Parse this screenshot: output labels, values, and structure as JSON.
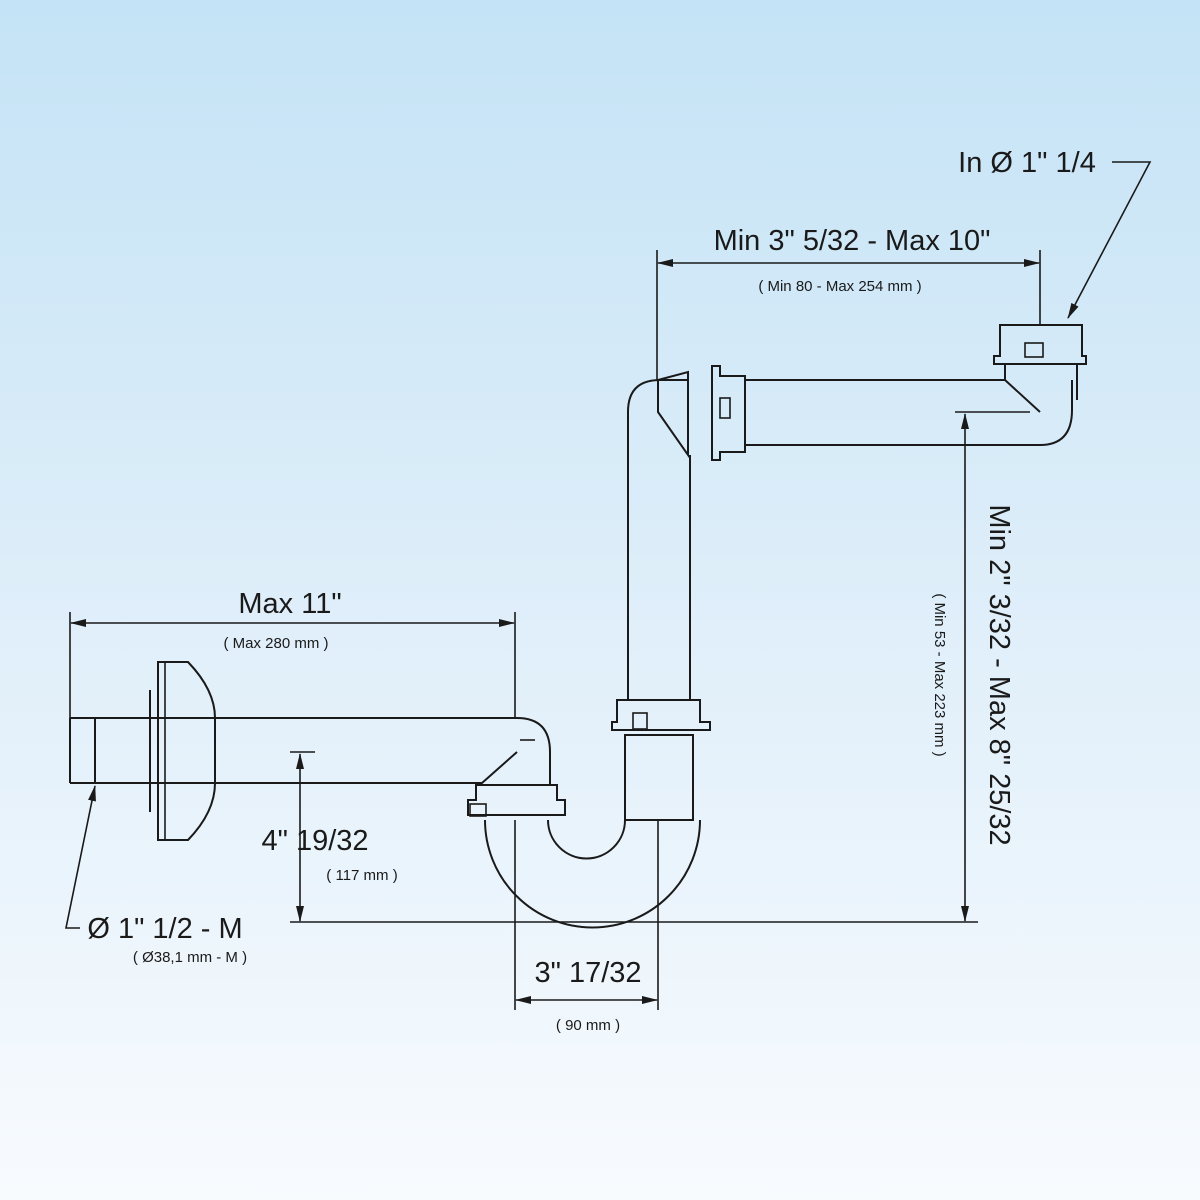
{
  "labels": {
    "inlet": "In Ø 1\" 1/4",
    "top_width": "Min 3\" 5/32 - Max 10\"",
    "top_width_mm": "( Min 80 - Max 254 mm )",
    "height": "Min 2\" 3/32 - Max 8\" 25/32",
    "height_mm": "( Min 53 - Max 223 mm )",
    "outlet_length": "Max 11\"",
    "outlet_length_mm": "( Max 280 mm )",
    "outlet_height": "4\" 19/32",
    "outlet_height_mm": "( 117 mm )",
    "outlet_diameter": "Ø 1\" 1/2 - M",
    "outlet_diameter_mm": "( Ø38,1 mm - M )",
    "trap_width": "3\" 17/32",
    "trap_width_mm": "( 90 mm )"
  }
}
